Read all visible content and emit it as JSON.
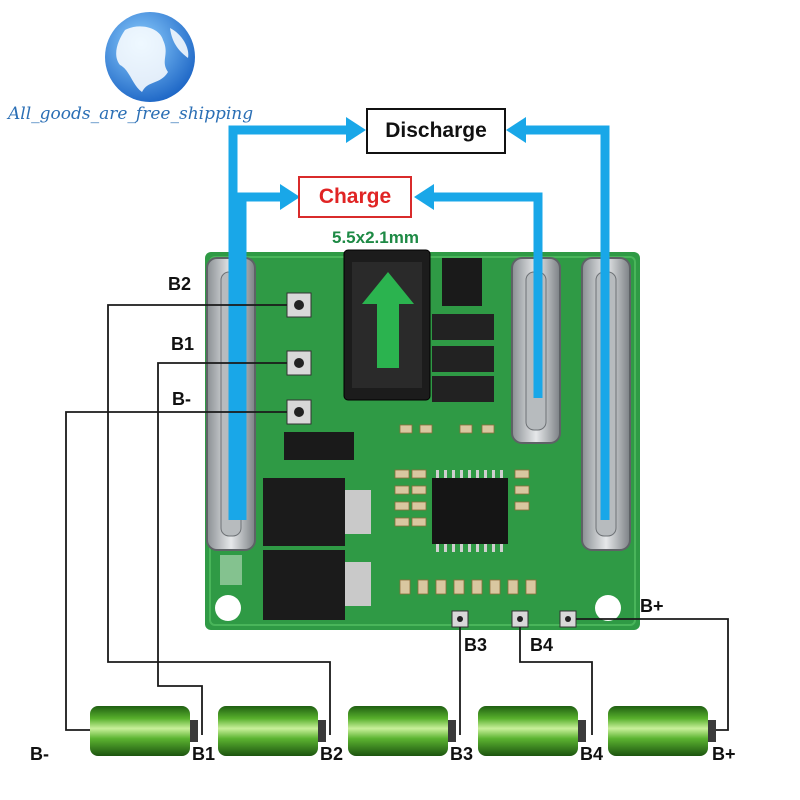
{
  "watermark": {
    "shop_text": "All_goods_are_free_shipping"
  },
  "flow": {
    "discharge_label": "Discharge",
    "charge_label": "Charge"
  },
  "board": {
    "jack_size": "5.5x2.1mm",
    "pads": {
      "b2": "B2",
      "b1": "B1",
      "b_minus": "B-",
      "b3": "B3",
      "b4": "B4",
      "b_plus": "B+"
    }
  },
  "cells": {
    "labels": [
      "B-",
      "B1",
      "B2",
      "B3",
      "B4",
      "B+"
    ]
  },
  "colors": {
    "flow_arrows": "#19a7e8",
    "charge_accent": "#e02424",
    "jack_label": "#1e8a45",
    "pcb": "#2f9a45",
    "cell": "#58b02c"
  },
  "icons": [
    "globe-icon"
  ]
}
